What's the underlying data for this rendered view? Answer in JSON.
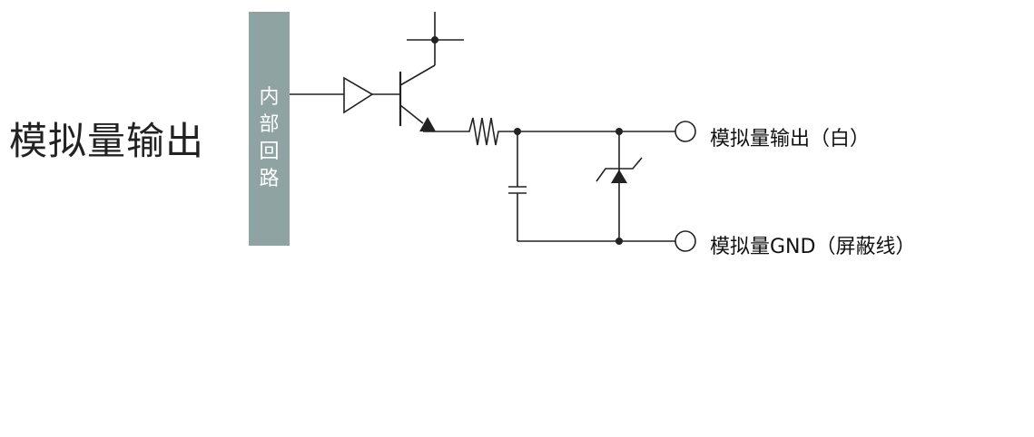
{
  "title": "模拟量输出",
  "internal_block": {
    "chars": [
      "内",
      "部",
      "回",
      "路"
    ],
    "color": "#8fa3a3"
  },
  "terminals": {
    "output": "模拟量输出（白）",
    "gnd": "模拟量GND（屏蔽线）"
  },
  "line_color": "#222222"
}
